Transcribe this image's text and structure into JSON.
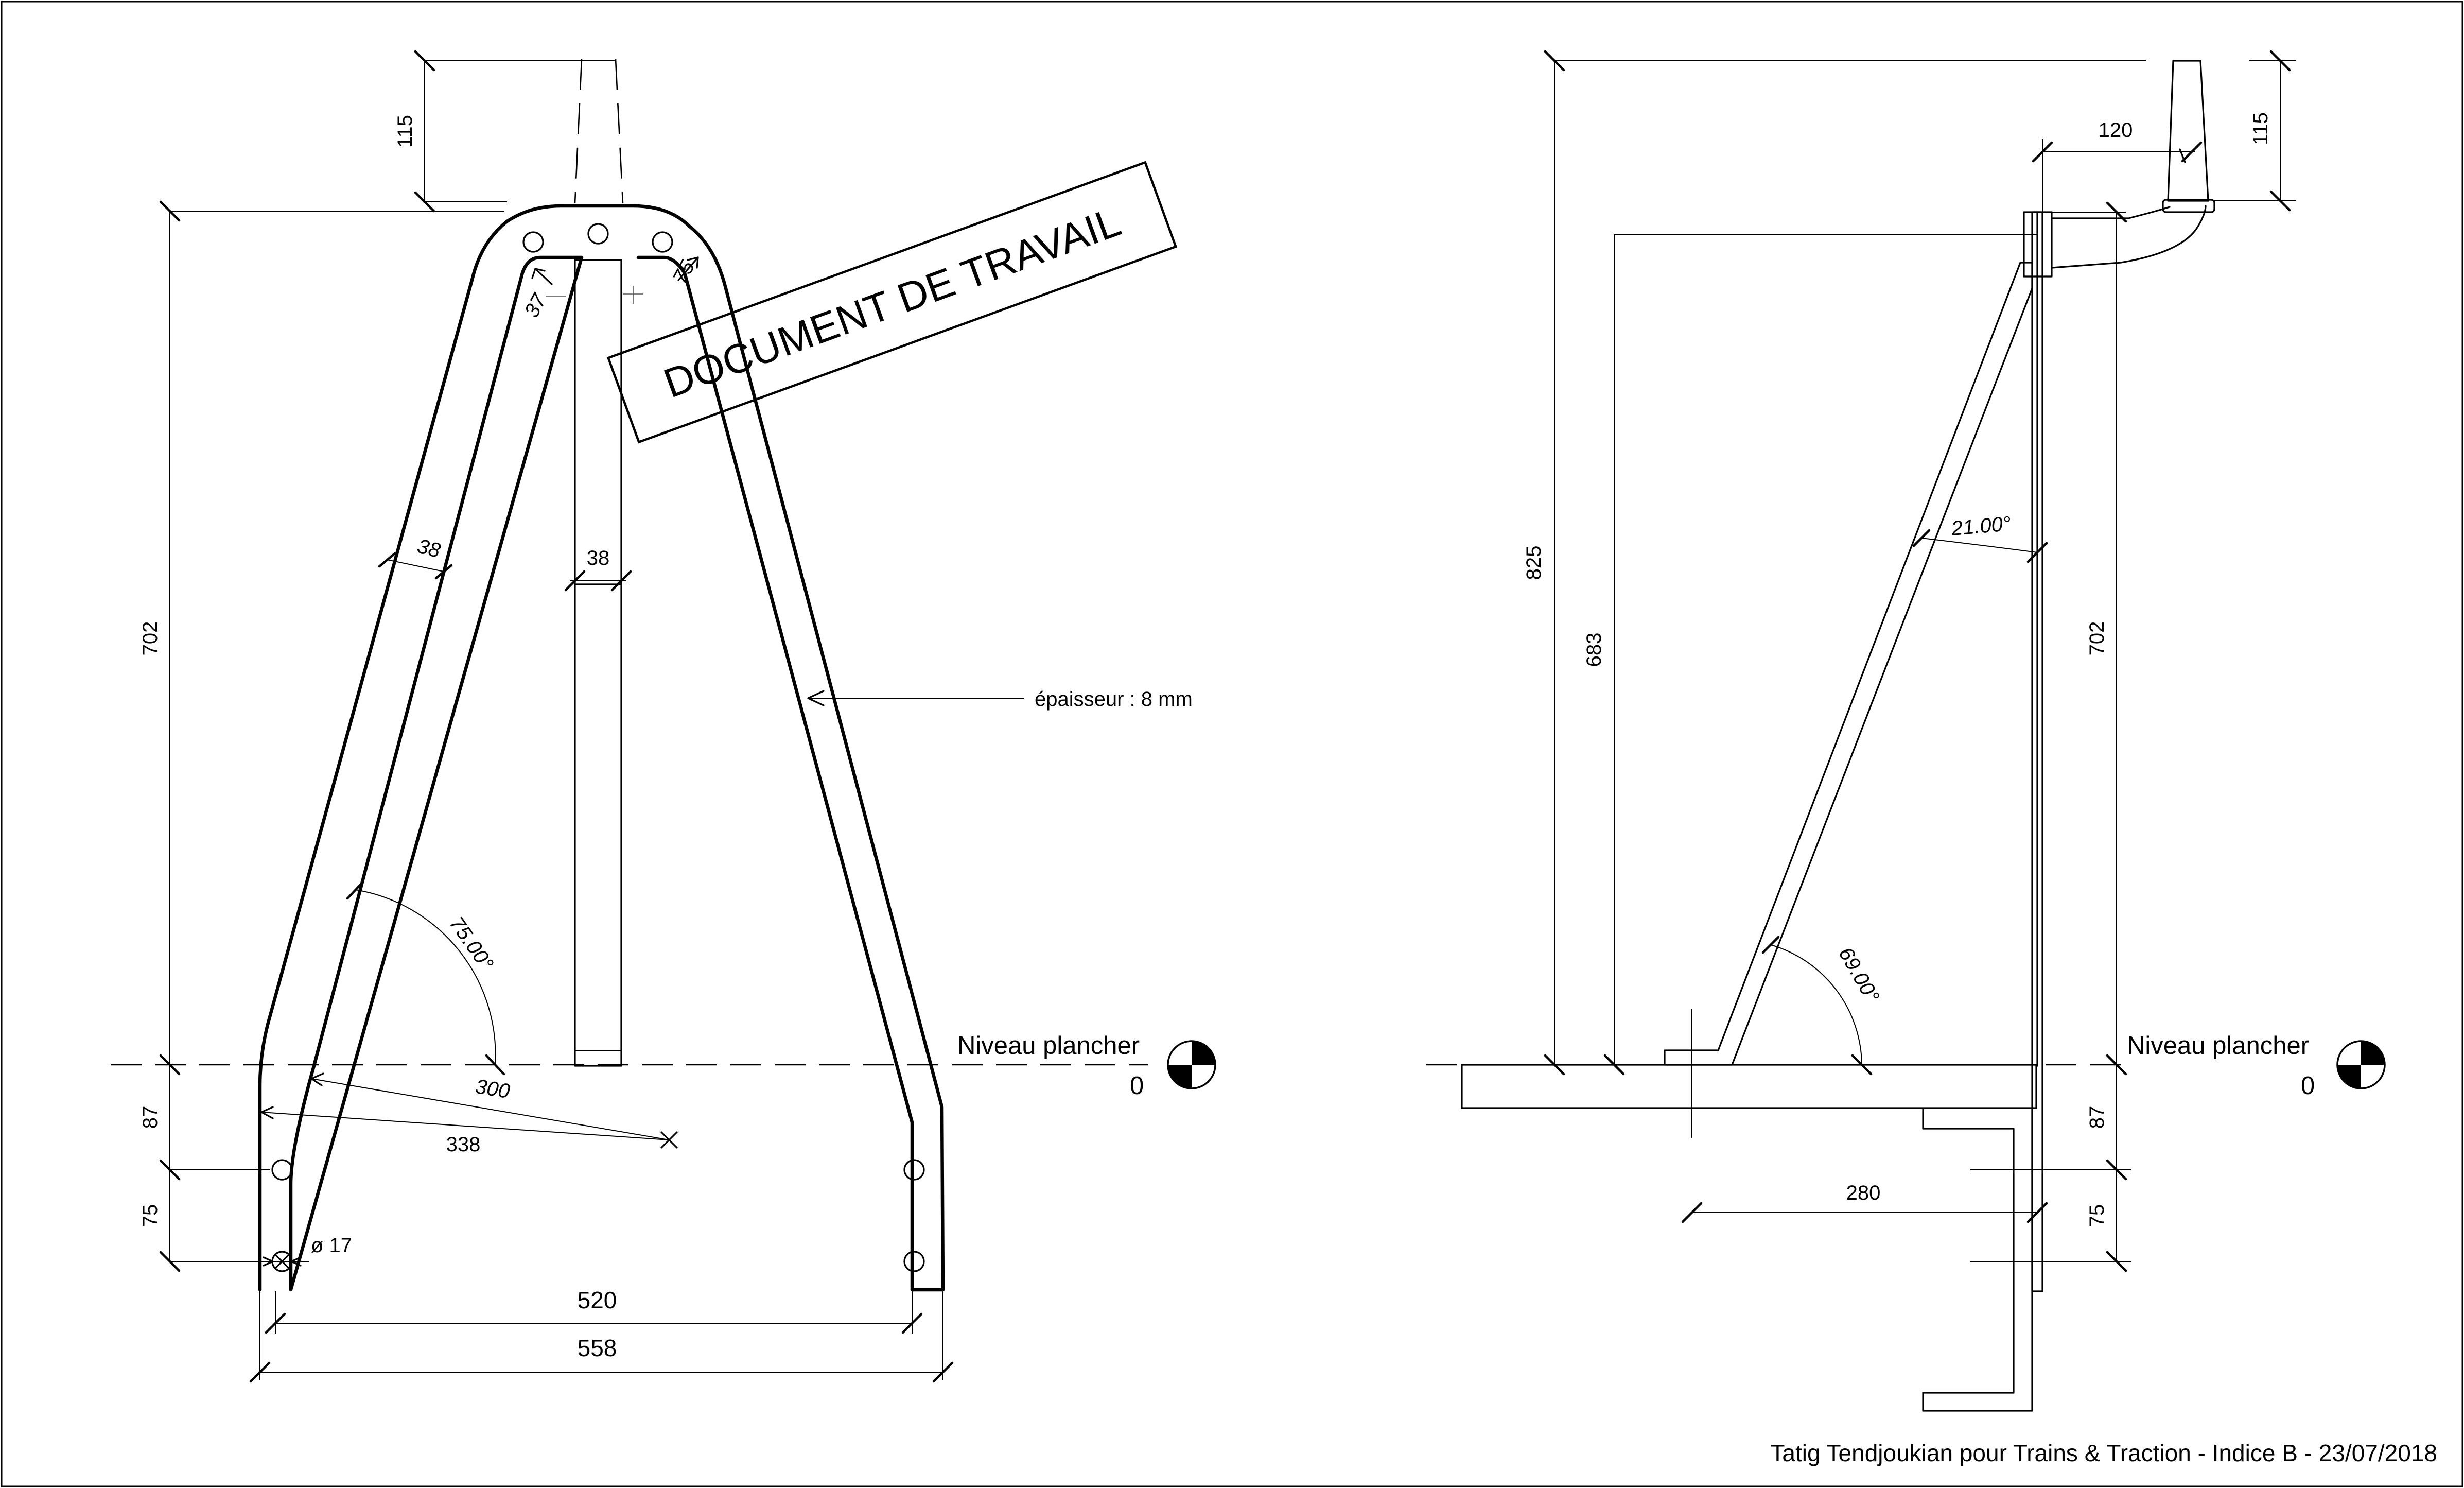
{
  "stamp": "DOCUMENT DE TRAVAIL",
  "footer": "Tatig Tendjoukian pour Trains & Traction - Indice B - 23/07/2018",
  "levels": {
    "left": {
      "label": "Niveau plancher",
      "value": "0"
    },
    "right": {
      "label": "Niveau plancher",
      "value": "0"
    }
  },
  "notes": {
    "thickness": "épaisseur : 8 mm"
  },
  "front_view": {
    "height_top": "115",
    "height_main": "702",
    "below_floor_1": "87",
    "below_floor_2": "75",
    "tube_width_1": "38",
    "tube_width_2": "38",
    "radius_inner": "37",
    "radius_outer": "75",
    "leg_angle": "75.00°",
    "radius_300": "300",
    "radius_338": "338",
    "hole_diameter": "ø 17",
    "width_inner": "520",
    "width_outer": "558"
  },
  "side_view": {
    "height_total": "825",
    "height_683": "683",
    "height_702": "702",
    "top_height": "115",
    "offset_120": "120",
    "strut_angle_top": "21.00°",
    "strut_angle_bottom": "69.00°",
    "depth_280": "280",
    "below_floor_1": "87",
    "below_floor_2": "75"
  }
}
